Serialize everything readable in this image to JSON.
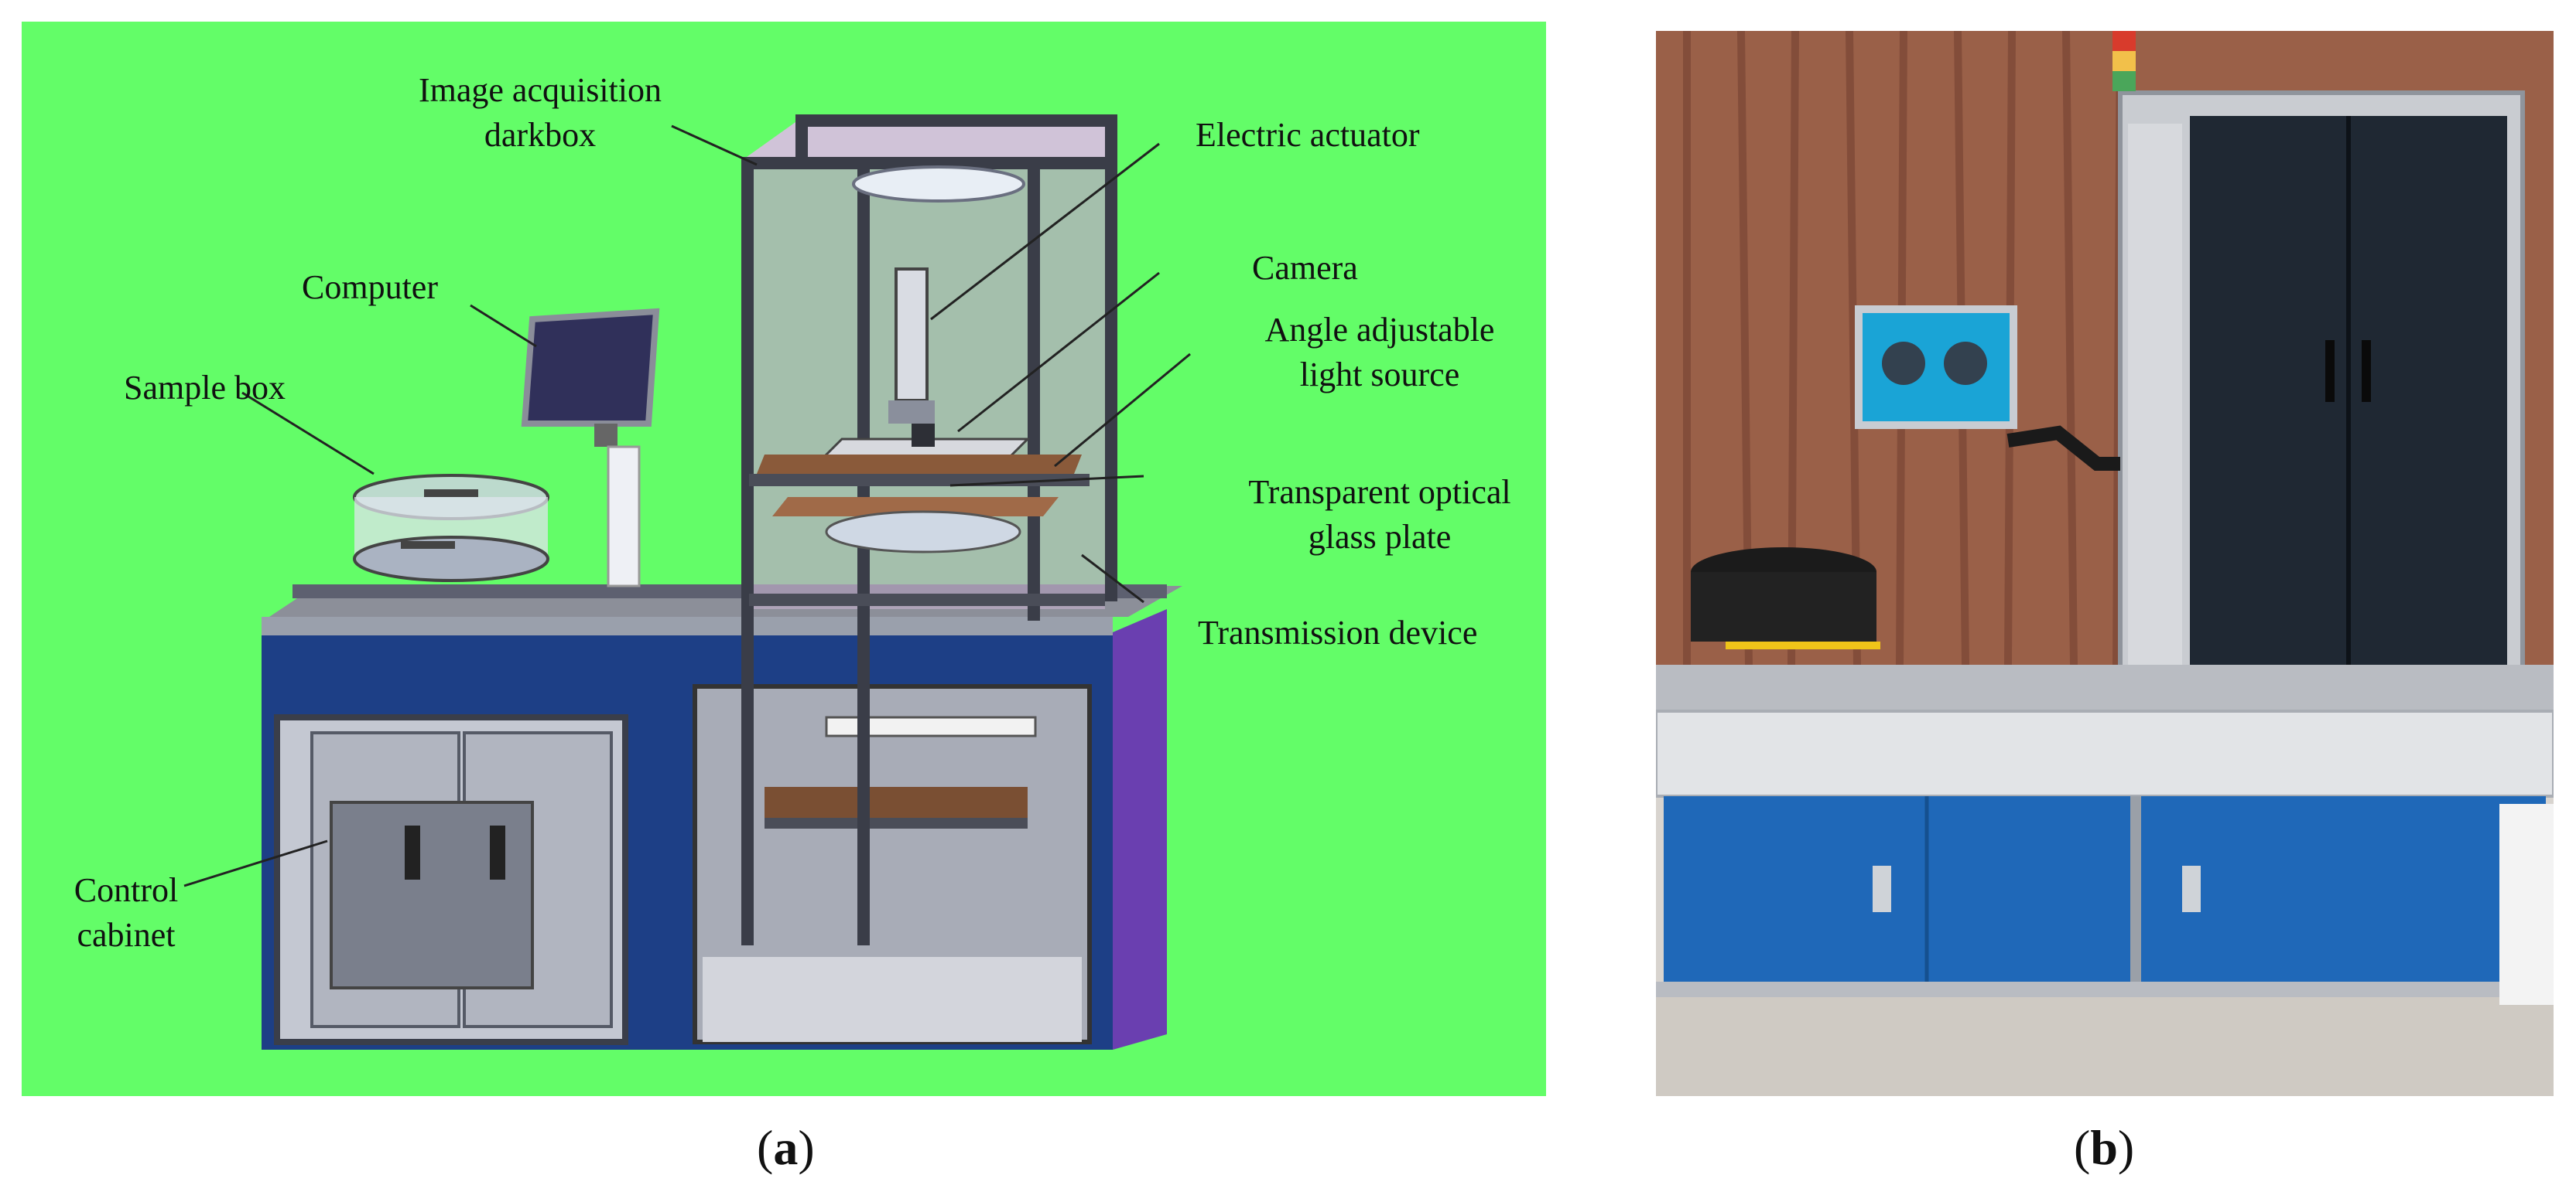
{
  "panel_a": {
    "labels": {
      "image_acquisition": [
        "Image acquisition",
        "darkbox"
      ],
      "electric_actuator": "Electric actuator",
      "camera": "Camera",
      "angle_light": [
        "Angle adjustable",
        "light source"
      ],
      "computer": "Computer",
      "sample_box": "Sample box",
      "glass_plate": [
        "Transparent optical",
        "glass plate"
      ],
      "transmission": "Transmission device",
      "control_cabinet": [
        "Control",
        "cabinet"
      ]
    },
    "caption_letter": "a",
    "background_color": "#63fd68"
  },
  "panel_b": {
    "caption_letter": "b"
  },
  "paren_open": "(",
  "paren_close": ")"
}
